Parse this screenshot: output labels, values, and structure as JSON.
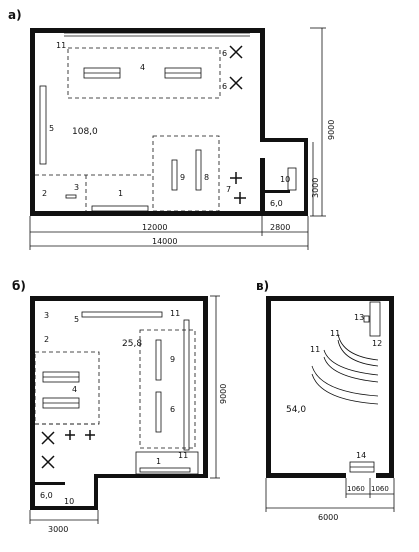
{
  "plans": {
    "a": {
      "tag": "а)",
      "area": "108,0",
      "area_small": "6,0",
      "dims": {
        "w1": "12000",
        "w2": "2800",
        "total": "14000",
        "h_total": "9000",
        "h_small": "3000"
      },
      "labels": {
        "n1": "1",
        "n2": "2",
        "n3": "3",
        "n4": "4",
        "n5": "5",
        "n6a": "6",
        "n6b": "6",
        "n7": "7",
        "n8": "8",
        "n9": "9",
        "n10": "10",
        "n11": "11"
      }
    },
    "b": {
      "tag": "б)",
      "area": "25,8",
      "area_small": "6,0",
      "dims": {
        "w": "3000",
        "h": "9000"
      },
      "labels": {
        "n1": "1",
        "n2": "2",
        "n3": "3",
        "n4": "4",
        "n5": "5",
        "n6": "6",
        "n9": "9",
        "n10": "10",
        "n11a": "11",
        "n11b": "11"
      }
    },
    "c": {
      "tag": "в)",
      "area": "54,0",
      "dims": {
        "w": "6000",
        "d1": "1060",
        "d2": "1060"
      },
      "labels": {
        "n11a": "11",
        "n11b": "11",
        "n12": "12",
        "n13": "13",
        "n14": "14"
      }
    }
  }
}
